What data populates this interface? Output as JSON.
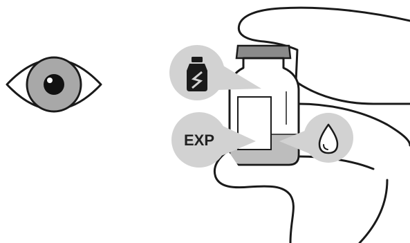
{
  "illustration": {
    "eye": {
      "icon": "eye-icon"
    },
    "hand": {
      "icon": "hand-holding-vial"
    },
    "vial": {
      "icon": "vial-icon"
    },
    "callouts": [
      {
        "icon": "broken-vial-icon"
      },
      {
        "icon": "expiry-label",
        "text": "EXP"
      },
      {
        "icon": "droplet-icon"
      }
    ]
  },
  "colors": {
    "line": "#1a1a1a",
    "bubble": "#d2d2d2",
    "vial_cap": "#8a8a8a",
    "vial_liquid": "#bdbdbd",
    "iris": "#a8a8a8",
    "pupil": "#111111"
  }
}
